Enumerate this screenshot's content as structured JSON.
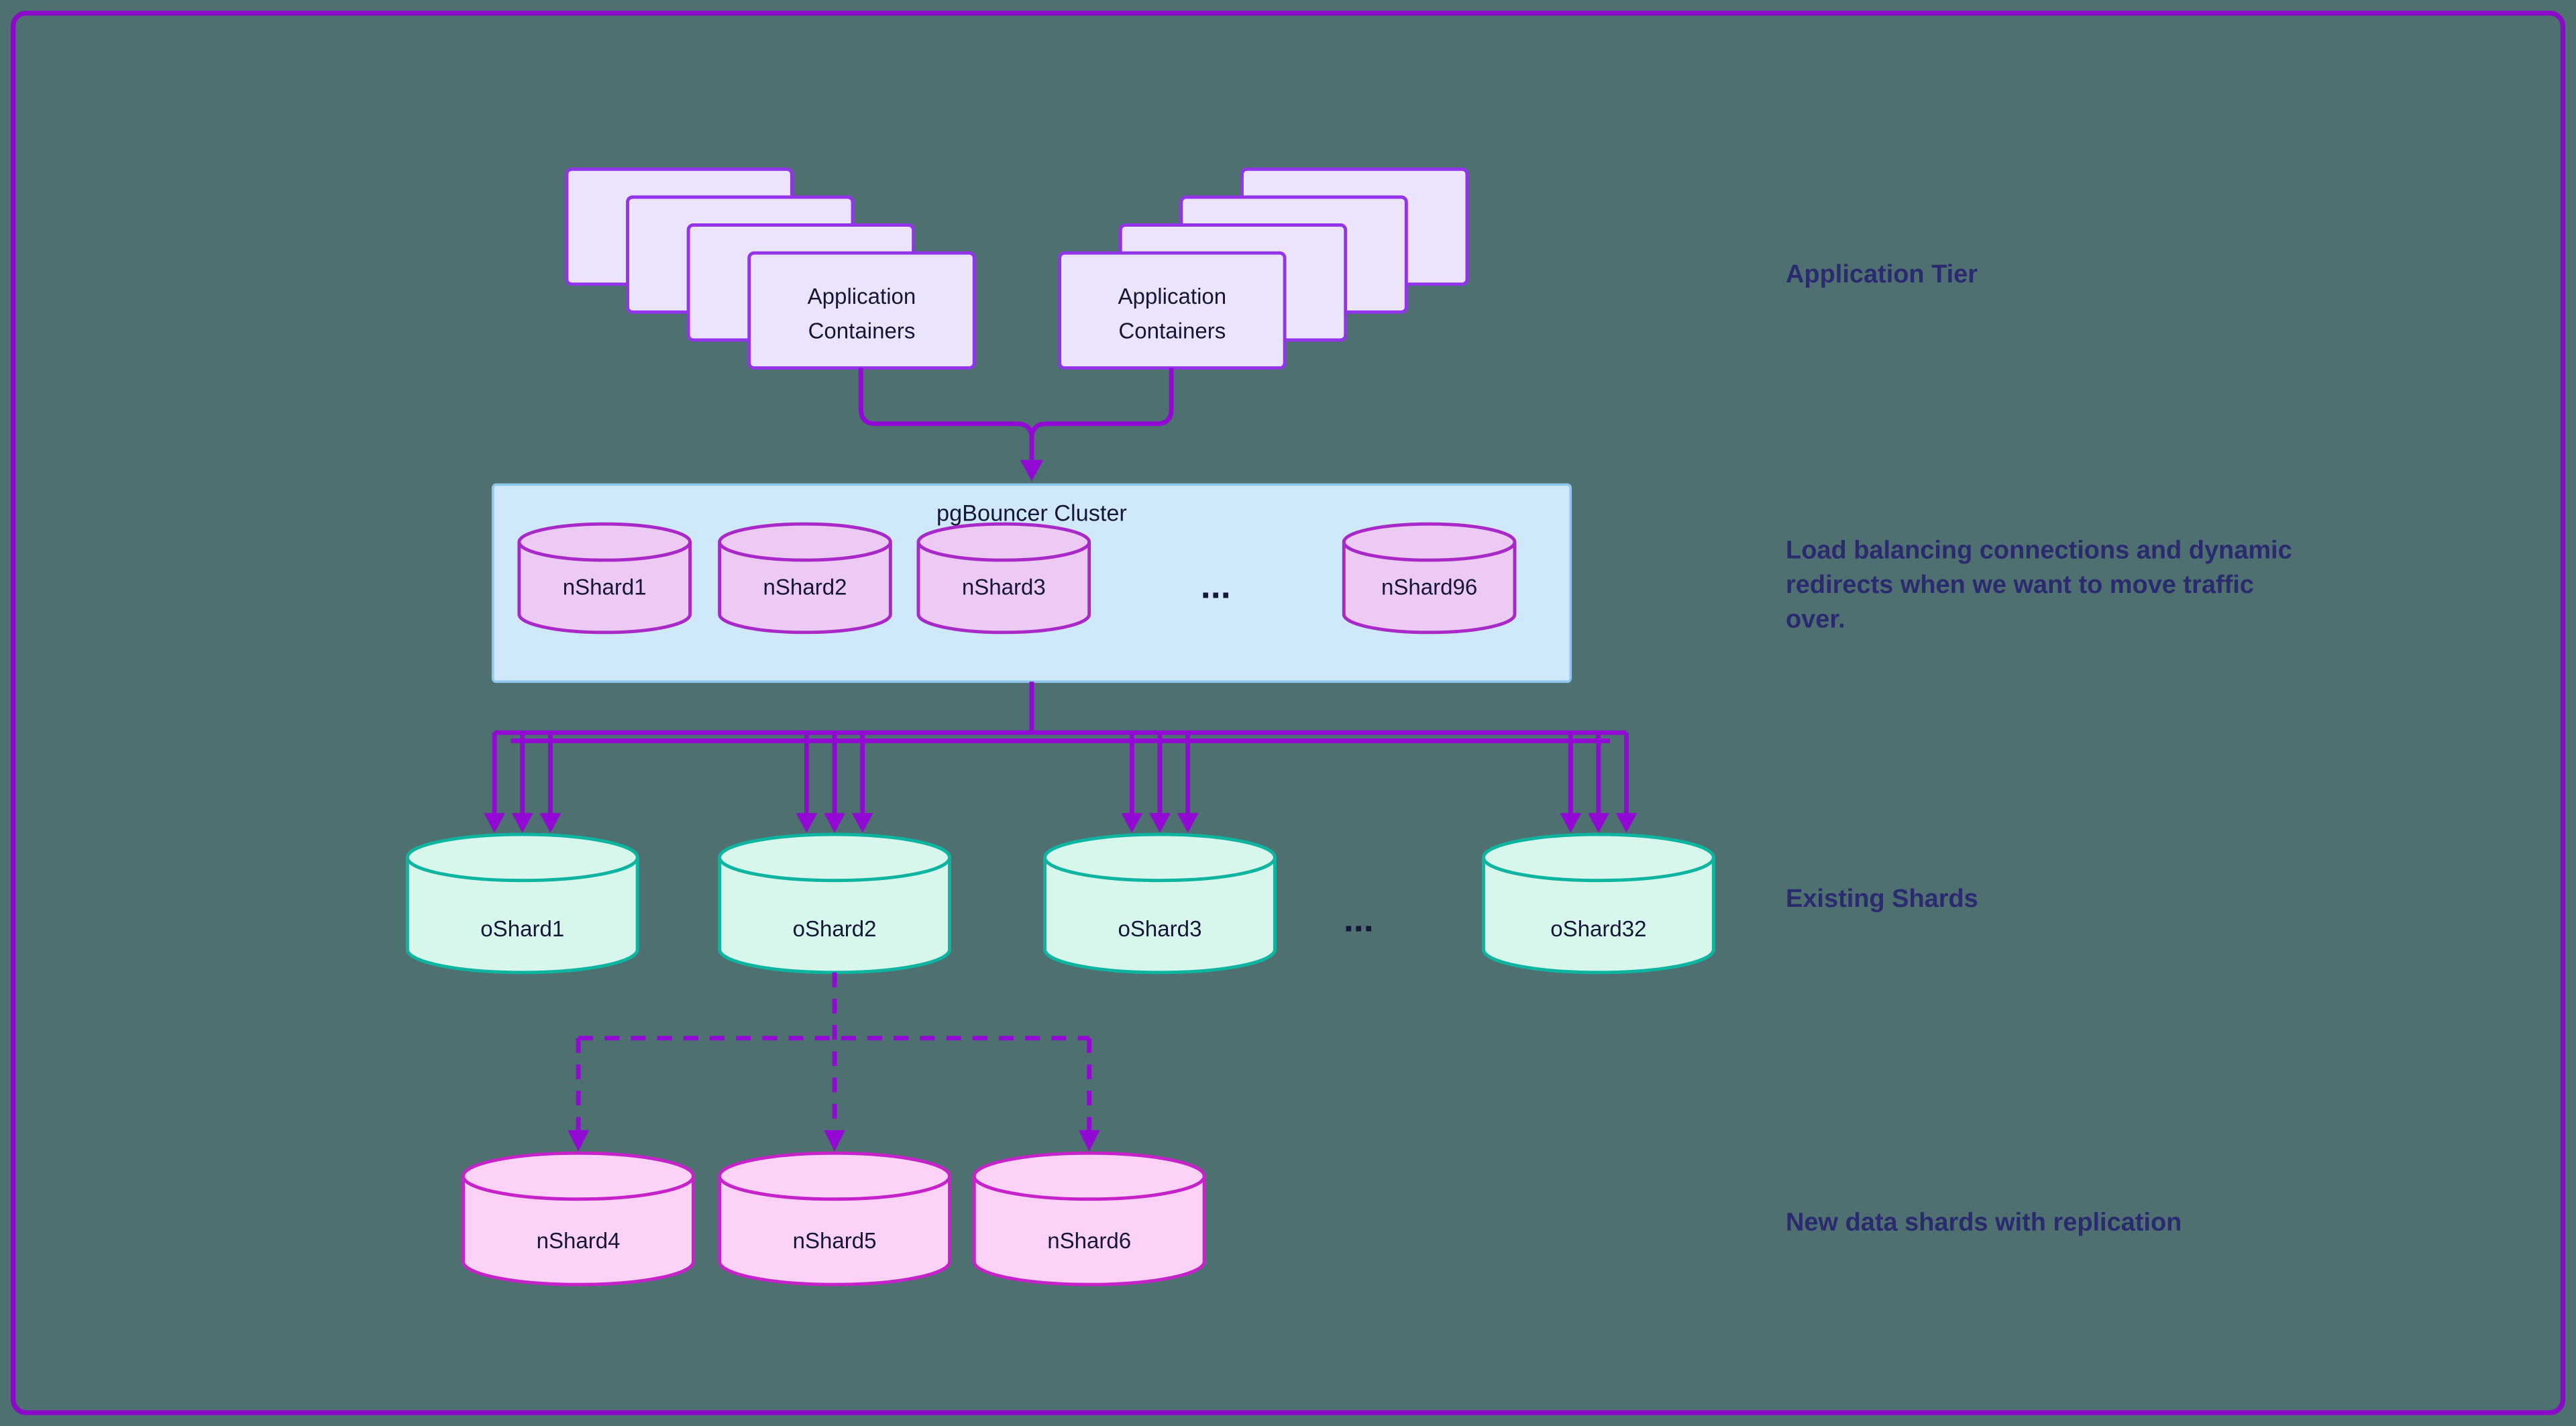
{
  "nodes": {
    "app_left": {
      "line1": "Application",
      "line2": "Containers"
    },
    "app_right": {
      "line1": "Application",
      "line2": "Containers"
    },
    "pgbouncer": {
      "title": "pgBouncer Cluster",
      "shards": [
        "nShard1",
        "nShard2",
        "nShard3",
        "nShard96"
      ],
      "ellipsis": "..."
    },
    "existing_shards": {
      "items": [
        "oShard1",
        "oShard2",
        "oShard3",
        "oShard32"
      ],
      "ellipsis": "..."
    },
    "new_shards": [
      "nShard4",
      "nShard5",
      "nShard6"
    ]
  },
  "annotations": {
    "application_tier": "Application Tier",
    "load_balancing_line1": "Load balancing connections and dynamic",
    "load_balancing_line2": "redirects when we want to move traffic",
    "load_balancing_line3": "over.",
    "existing_shards": "Existing Shards",
    "new_shards": "New data shards with replication"
  },
  "colors": {
    "background": "#4e7070",
    "frame_border": "#8a0ac8",
    "arrow": "#9109d2",
    "app_box_fill": "#ece4fb",
    "app_box_border": "#9333ea",
    "pgbouncer_fill": "#cfe9fb",
    "pgbouncer_border": "#8ec8ec",
    "nshard_fill": "#eccaf4",
    "nshard_border": "#a828c8",
    "existing_shard_fill": "#d7f7ec",
    "existing_shard_border": "#0db5a0",
    "new_shard_fill": "#fcd3f6",
    "new_shard_border": "#c522c9",
    "annotation_text": "#2b2a6e",
    "node_text": "#161638"
  }
}
